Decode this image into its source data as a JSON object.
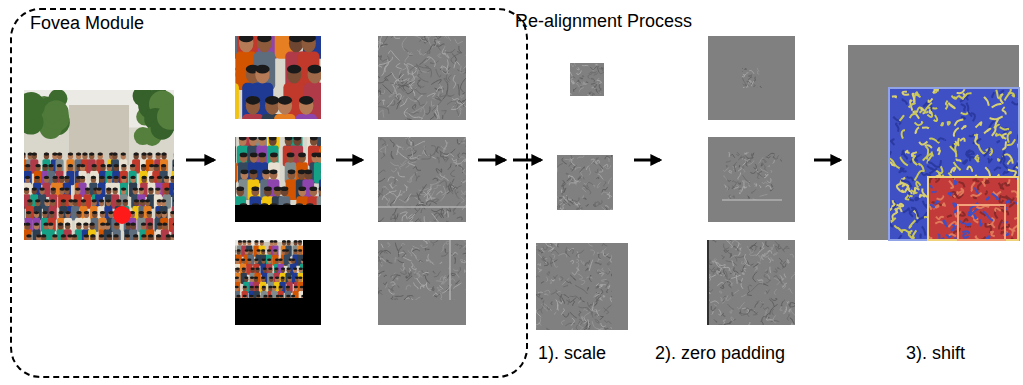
{
  "diagram": {
    "nodes": [
      {
        "text": [
          "Fovea Module"
        ]
      }
    ],
    "labels": [
      "Re-alignment Process",
      "1). scale",
      "2). zero padding",
      "3). shift"
    ]
  }
}
